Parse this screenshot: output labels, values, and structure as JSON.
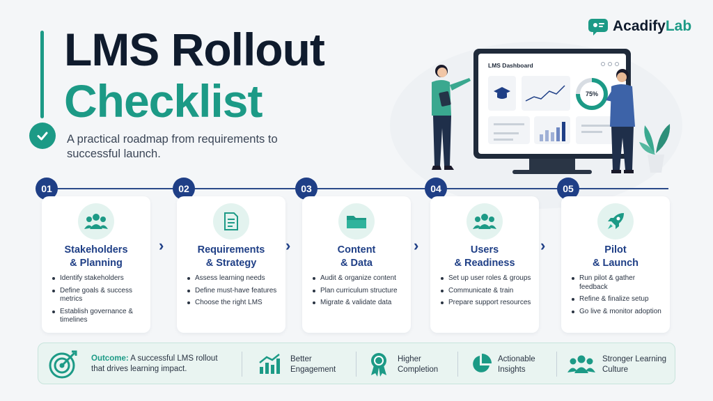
{
  "brand": {
    "name_main": "Acadify",
    "name_accent": "Lab"
  },
  "title": {
    "line1": "LMS Rollout",
    "line2": "Checklist"
  },
  "subtitle": "A practical roadmap from requirements to successful launch.",
  "dashboard": {
    "title": "LMS Dashboard",
    "progress_label": "75%",
    "progress_value": 75
  },
  "steps": [
    {
      "number": "01",
      "title1": "Stakeholders",
      "title2": "& Planning",
      "icon": "people-icon",
      "items": [
        "Identify stakeholders",
        "Define goals & success metrics",
        "Establish governance & timelines"
      ]
    },
    {
      "number": "02",
      "title1": "Requirements",
      "title2": "& Strategy",
      "icon": "document-icon",
      "items": [
        "Assess learning needs",
        "Define must-have features",
        "Choose the right LMS"
      ]
    },
    {
      "number": "03",
      "title1": "Content",
      "title2": "& Data",
      "icon": "folder-icon",
      "items": [
        "Audit & organize content",
        "Plan curriculum structure",
        "Migrate & validate data"
      ]
    },
    {
      "number": "04",
      "title1": "Users",
      "title2": "& Readiness",
      "icon": "team-icon",
      "items": [
        "Set up user roles & groups",
        "Communicate & train",
        "Prepare support resources"
      ]
    },
    {
      "number": "05",
      "title1": "Pilot",
      "title2": "& Launch",
      "icon": "rocket-icon",
      "items": [
        "Run pilot & gather feedback",
        "Refine & finalize setup",
        "Go live & monitor adoption"
      ]
    }
  ],
  "outcome": {
    "label": "Outcome:",
    "text": "A successful LMS rollout that drives learning impact.",
    "benefits": [
      {
        "line1": "Better",
        "line2": "Engagement",
        "icon": "growth-chart-icon"
      },
      {
        "line1": "Higher",
        "line2": "Completion",
        "icon": "award-medal-icon"
      },
      {
        "line1": "Actionable",
        "line2": "Insights",
        "icon": "pie-chart-icon"
      },
      {
        "line1": "Stronger Learning",
        "line2": "Culture",
        "icon": "community-icon"
      }
    ]
  },
  "colors": {
    "teal": "#1c9a86",
    "navy": "#1f3f86",
    "dark": "#0f1b2d"
  }
}
